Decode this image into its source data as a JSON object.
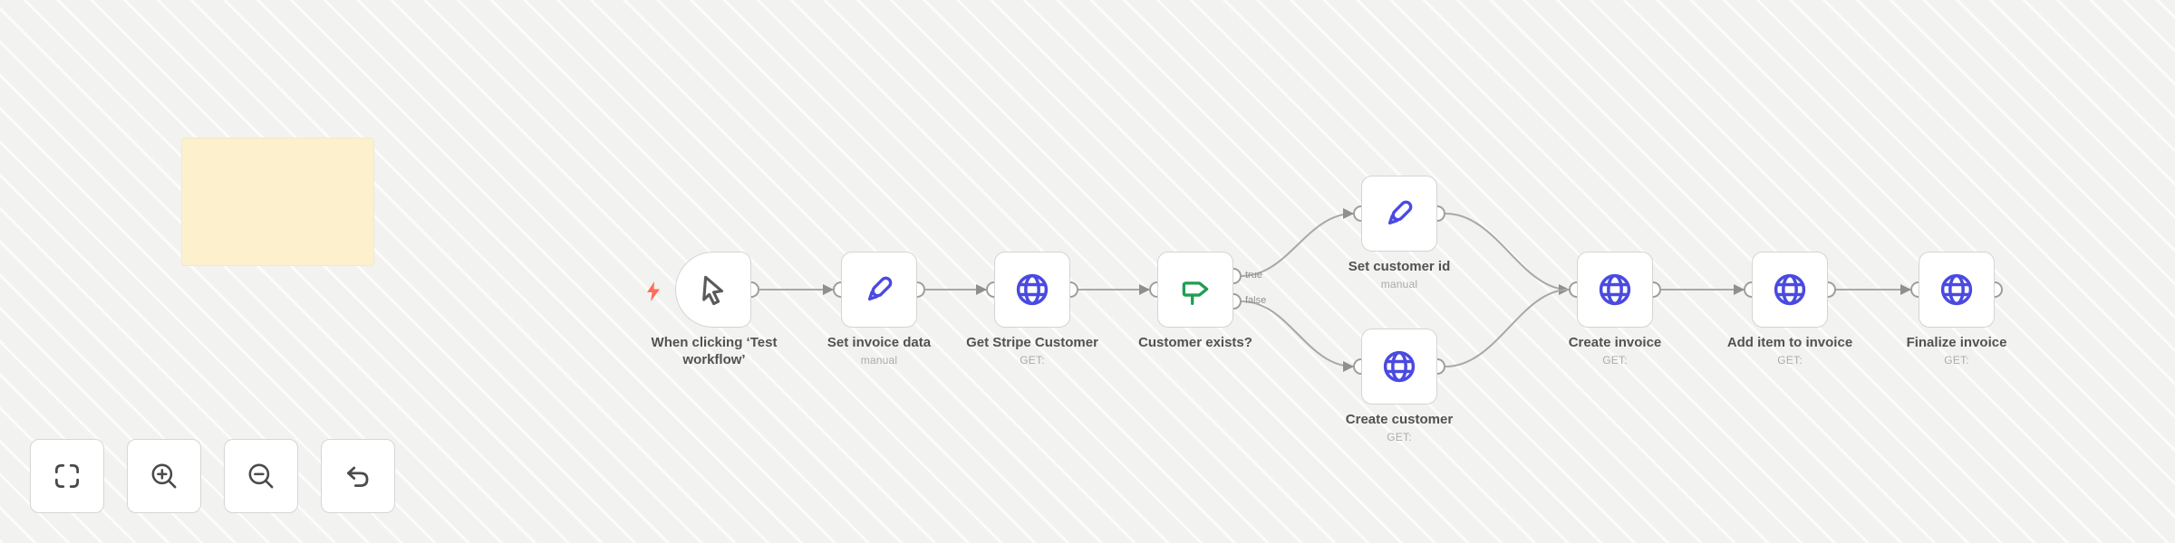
{
  "app": {
    "view": "workflow-canvas"
  },
  "sticky_note": {
    "text": "",
    "color": "#fdf0cd"
  },
  "nodes": [
    {
      "id": "manual-trigger",
      "title": "When clicking ‘Test workflow’",
      "subtitle": "",
      "icon": "cursor-icon",
      "type": "trigger"
    },
    {
      "id": "set-invoice-data",
      "title": "Set invoice data",
      "subtitle": "manual",
      "icon": "pencil-icon",
      "type": "set"
    },
    {
      "id": "get-stripe-customer",
      "title": "Get Stripe Customer",
      "subtitle": "GET:",
      "icon": "globe-icon",
      "type": "http"
    },
    {
      "id": "customer-exists",
      "title": "Customer exists?",
      "subtitle": "",
      "icon": "signpost-icon",
      "type": "if",
      "outputs": {
        "true": "true",
        "false": "false"
      }
    },
    {
      "id": "set-customer-id",
      "title": "Set customer id",
      "subtitle": "manual",
      "icon": "pencil-icon",
      "type": "set"
    },
    {
      "id": "create-customer",
      "title": "Create customer",
      "subtitle": "GET:",
      "icon": "globe-icon",
      "type": "http"
    },
    {
      "id": "create-invoice",
      "title": "Create invoice",
      "subtitle": "GET:",
      "icon": "globe-icon",
      "type": "http"
    },
    {
      "id": "add-item-to-invoice",
      "title": "Add item to invoice",
      "subtitle": "GET:",
      "icon": "globe-icon",
      "type": "http"
    },
    {
      "id": "finalize-invoice",
      "title": "Finalize invoice",
      "subtitle": "GET:",
      "icon": "globe-icon",
      "type": "http"
    }
  ],
  "toolbar": {
    "buttons": [
      {
        "name": "zoom-to-fit",
        "icon": "fit-view-icon"
      },
      {
        "name": "zoom-in",
        "icon": "zoom-in-icon"
      },
      {
        "name": "zoom-out",
        "icon": "zoom-out-icon"
      },
      {
        "name": "reset-view",
        "icon": "undo-icon"
      }
    ]
  },
  "colors": {
    "node_icon_indigo": "#4a4ae0",
    "if_icon_green": "#1f9e54",
    "trigger_bolt_red": "#ff6d5a",
    "edge_gray": "#a8a8a6",
    "sticky_yellow": "#fdf0cd",
    "canvas_bg": "#f5f5f4"
  }
}
